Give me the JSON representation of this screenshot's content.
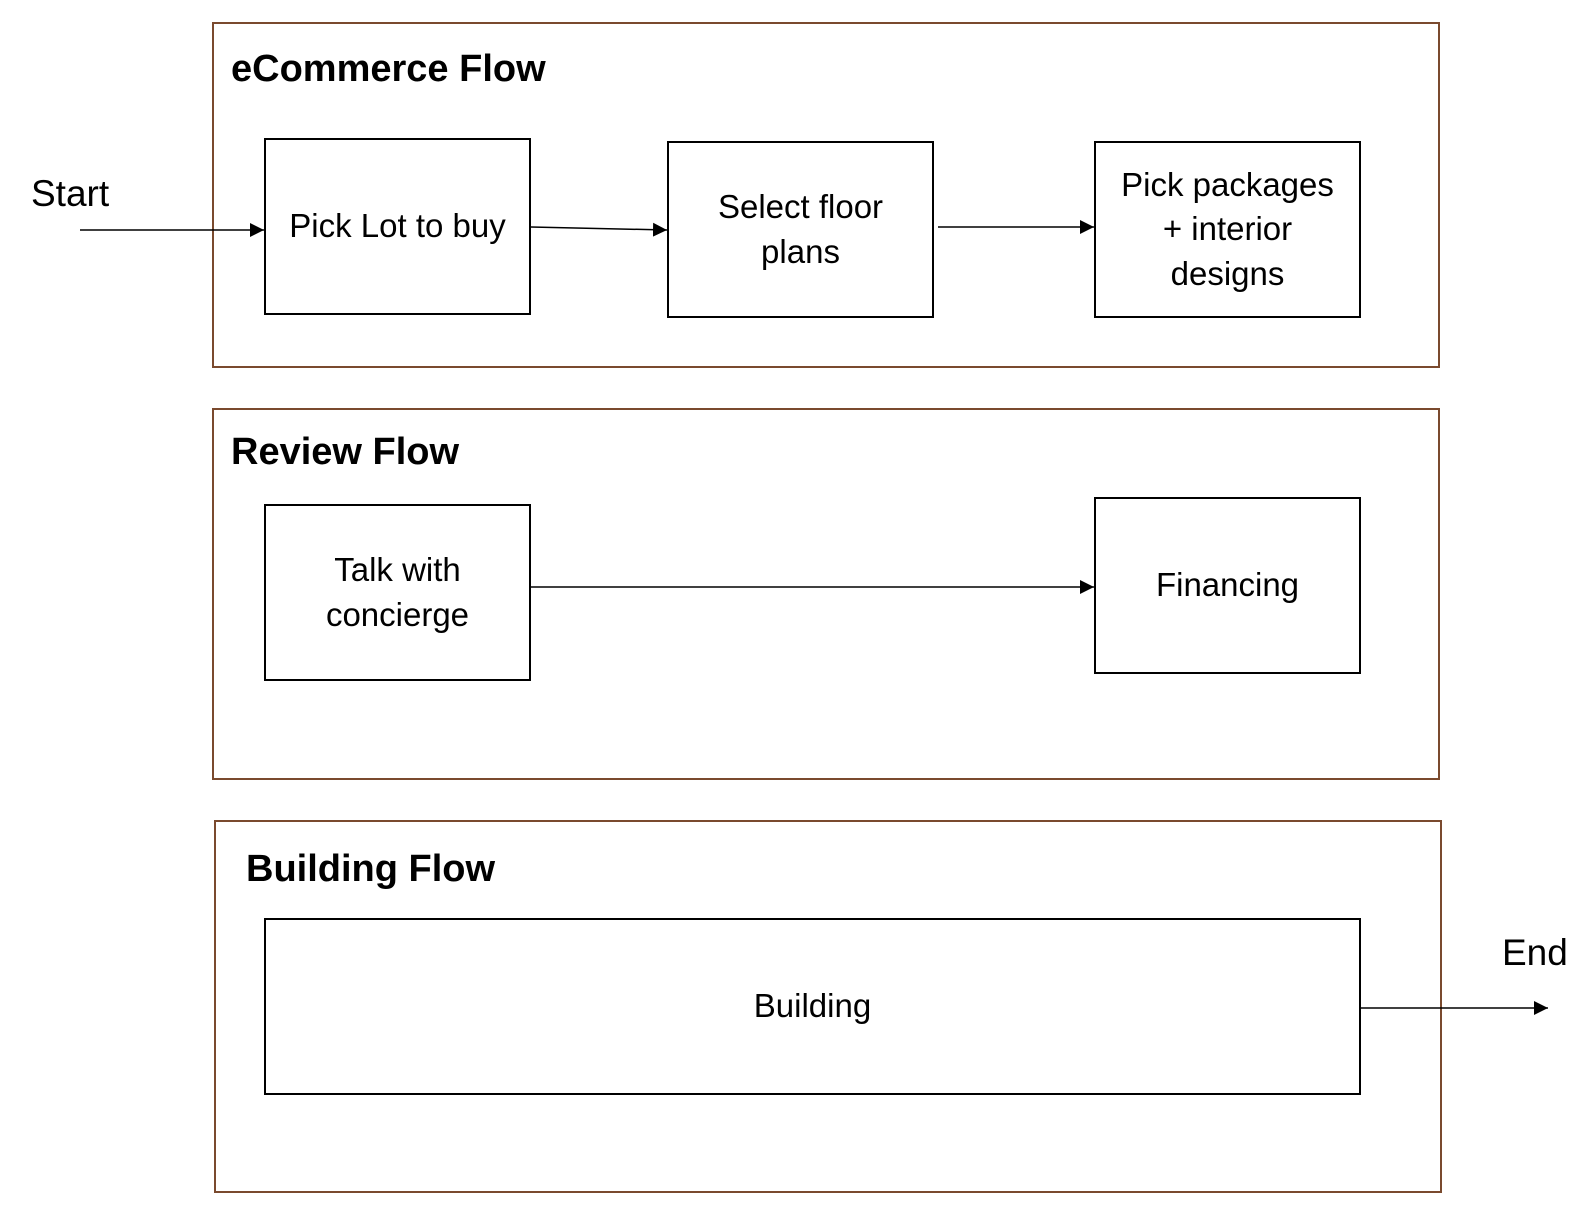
{
  "diagram": {
    "start_label": "Start",
    "end_label": "End",
    "lanes": {
      "ecommerce": {
        "title": "eCommerce Flow"
      },
      "review": {
        "title": "Review Flow"
      },
      "building": {
        "title": "Building Flow"
      }
    },
    "nodes": {
      "pick_lot": "Pick Lot to buy",
      "select_floor": "Select floor\nplans",
      "pick_packages": "Pick packages\n+ interior\ndesigns",
      "talk_concierge": "Talk with\nconcierge",
      "financing": "Financing",
      "building": "Building"
    },
    "edges": [
      {
        "from": "start",
        "to": "pick_lot"
      },
      {
        "from": "pick_lot",
        "to": "select_floor"
      },
      {
        "from": "select_floor",
        "to": "pick_packages"
      },
      {
        "from": "talk_concierge",
        "to": "financing"
      },
      {
        "from": "building",
        "to": "end"
      }
    ],
    "colors": {
      "lane_border": "#7a4a2e",
      "node_border": "#000000",
      "arrow": "#000000"
    }
  }
}
